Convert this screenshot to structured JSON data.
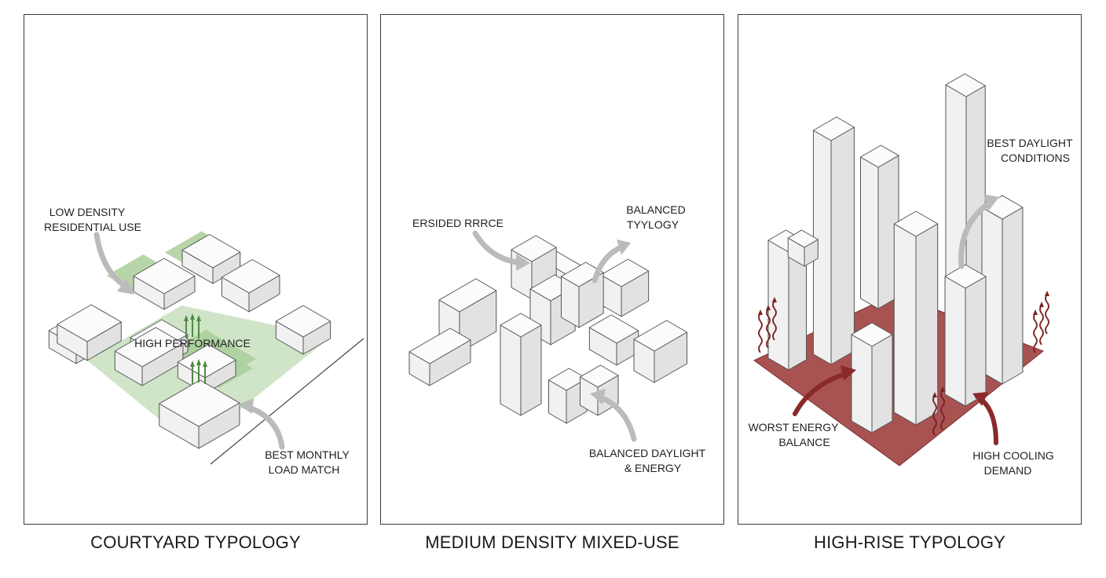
{
  "panels": [
    {
      "caption": "COURTYARD TYPOLOGY",
      "labels": {
        "low_density_1": "LOW DENSITY",
        "low_density_2": "RESIDENTIAL USE",
        "high_performance": "HIGH PERFORMANCE",
        "best_monthly_1": "BEST MONTHLY",
        "best_monthly_2": "LOAD MATCH"
      }
    },
    {
      "caption": "MEDIUM DENSITY MIXED-USE",
      "labels": {
        "ersided": "ERSIDED RRRCE",
        "balanced_1": "BALANCED",
        "balanced_2": "TYYLOGY",
        "balanced_daylight_1": "BALANCED DAYLIGHT",
        "balanced_daylight_2": "& ENERGY"
      }
    },
    {
      "caption": "HIGH-RISE TYPOLOGY",
      "labels": {
        "best_daylight_1": "BEST DAYLIGHT",
        "best_daylight_2": "CONDITIONS",
        "worst_energy_1": "WORST ENERGY",
        "worst_energy_2": "BALANCE",
        "high_cooling_1": "HIGH COOLING",
        "high_cooling_2": "DEMAND"
      }
    }
  ],
  "colors": {
    "green_ground": "#a9cf9a",
    "red_ground": "#a85252",
    "heat_arrow": "#7a2020",
    "grey_arrow": "#b8b8b8",
    "outline": "#555555"
  }
}
